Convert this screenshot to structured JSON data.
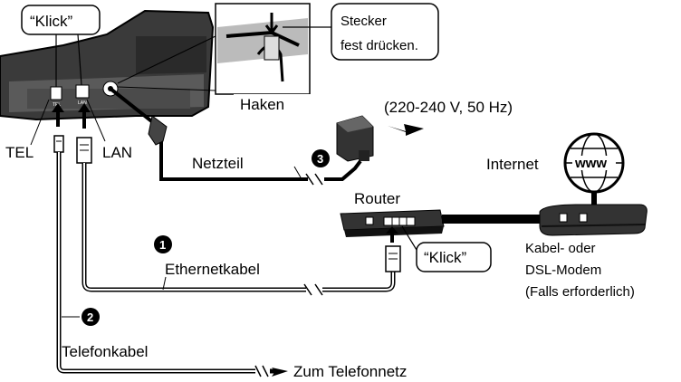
{
  "labels": {
    "klick_top": "“Klick”",
    "stecker_line1": "Stecker",
    "stecker_line2": "fest drücken.",
    "haken": "Haken",
    "voltage": "(220-240 V, 50 Hz)",
    "tel": "TEL",
    "lan": "LAN",
    "netzteil": "Netzteil",
    "internet": "Internet",
    "www": "www",
    "router": "Router",
    "klick_router": "“Klick”",
    "modem_line1": "Kabel- oder",
    "modem_line2": "DSL-Modem",
    "modem_line3": "(Falls erforderlich)",
    "ethernetkabel": "Ethernetkabel",
    "telefonkabel": "Telefonkabel",
    "zum_telefonnetz": "Zum Telefonnetz",
    "port_tel": "TEL",
    "port_lan": "LAN"
  },
  "steps": {
    "one": "1",
    "two": "2",
    "three": "3"
  },
  "colors": {
    "device": "#2b2b2b",
    "cable": "#1a1a1a",
    "accent": "#000000"
  }
}
